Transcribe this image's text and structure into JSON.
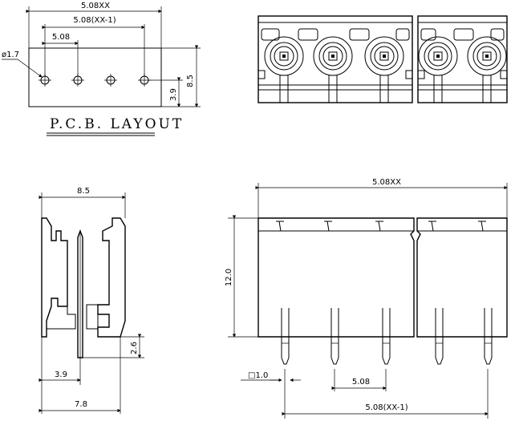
{
  "pcb_layout": {
    "title": "P.C.B. LAYOUT",
    "dim_total": "5.08XX",
    "dim_span": "5.08(XX-1)",
    "dim_pitch": "5.08",
    "dim_hole": "ø1.7",
    "dim_height": "8.5",
    "dim_offset": "3.9"
  },
  "side_view": {
    "dim_width": "8.5",
    "dim_pin": "2.6",
    "dim_offset": "3.9",
    "dim_base": "7.8"
  },
  "front_view": {
    "dim_total": "5.08XX",
    "dim_height": "12.0",
    "dim_pin_square": "□1.0",
    "dim_pitch": "5.08",
    "dim_span": "5.08(XX-1)"
  }
}
